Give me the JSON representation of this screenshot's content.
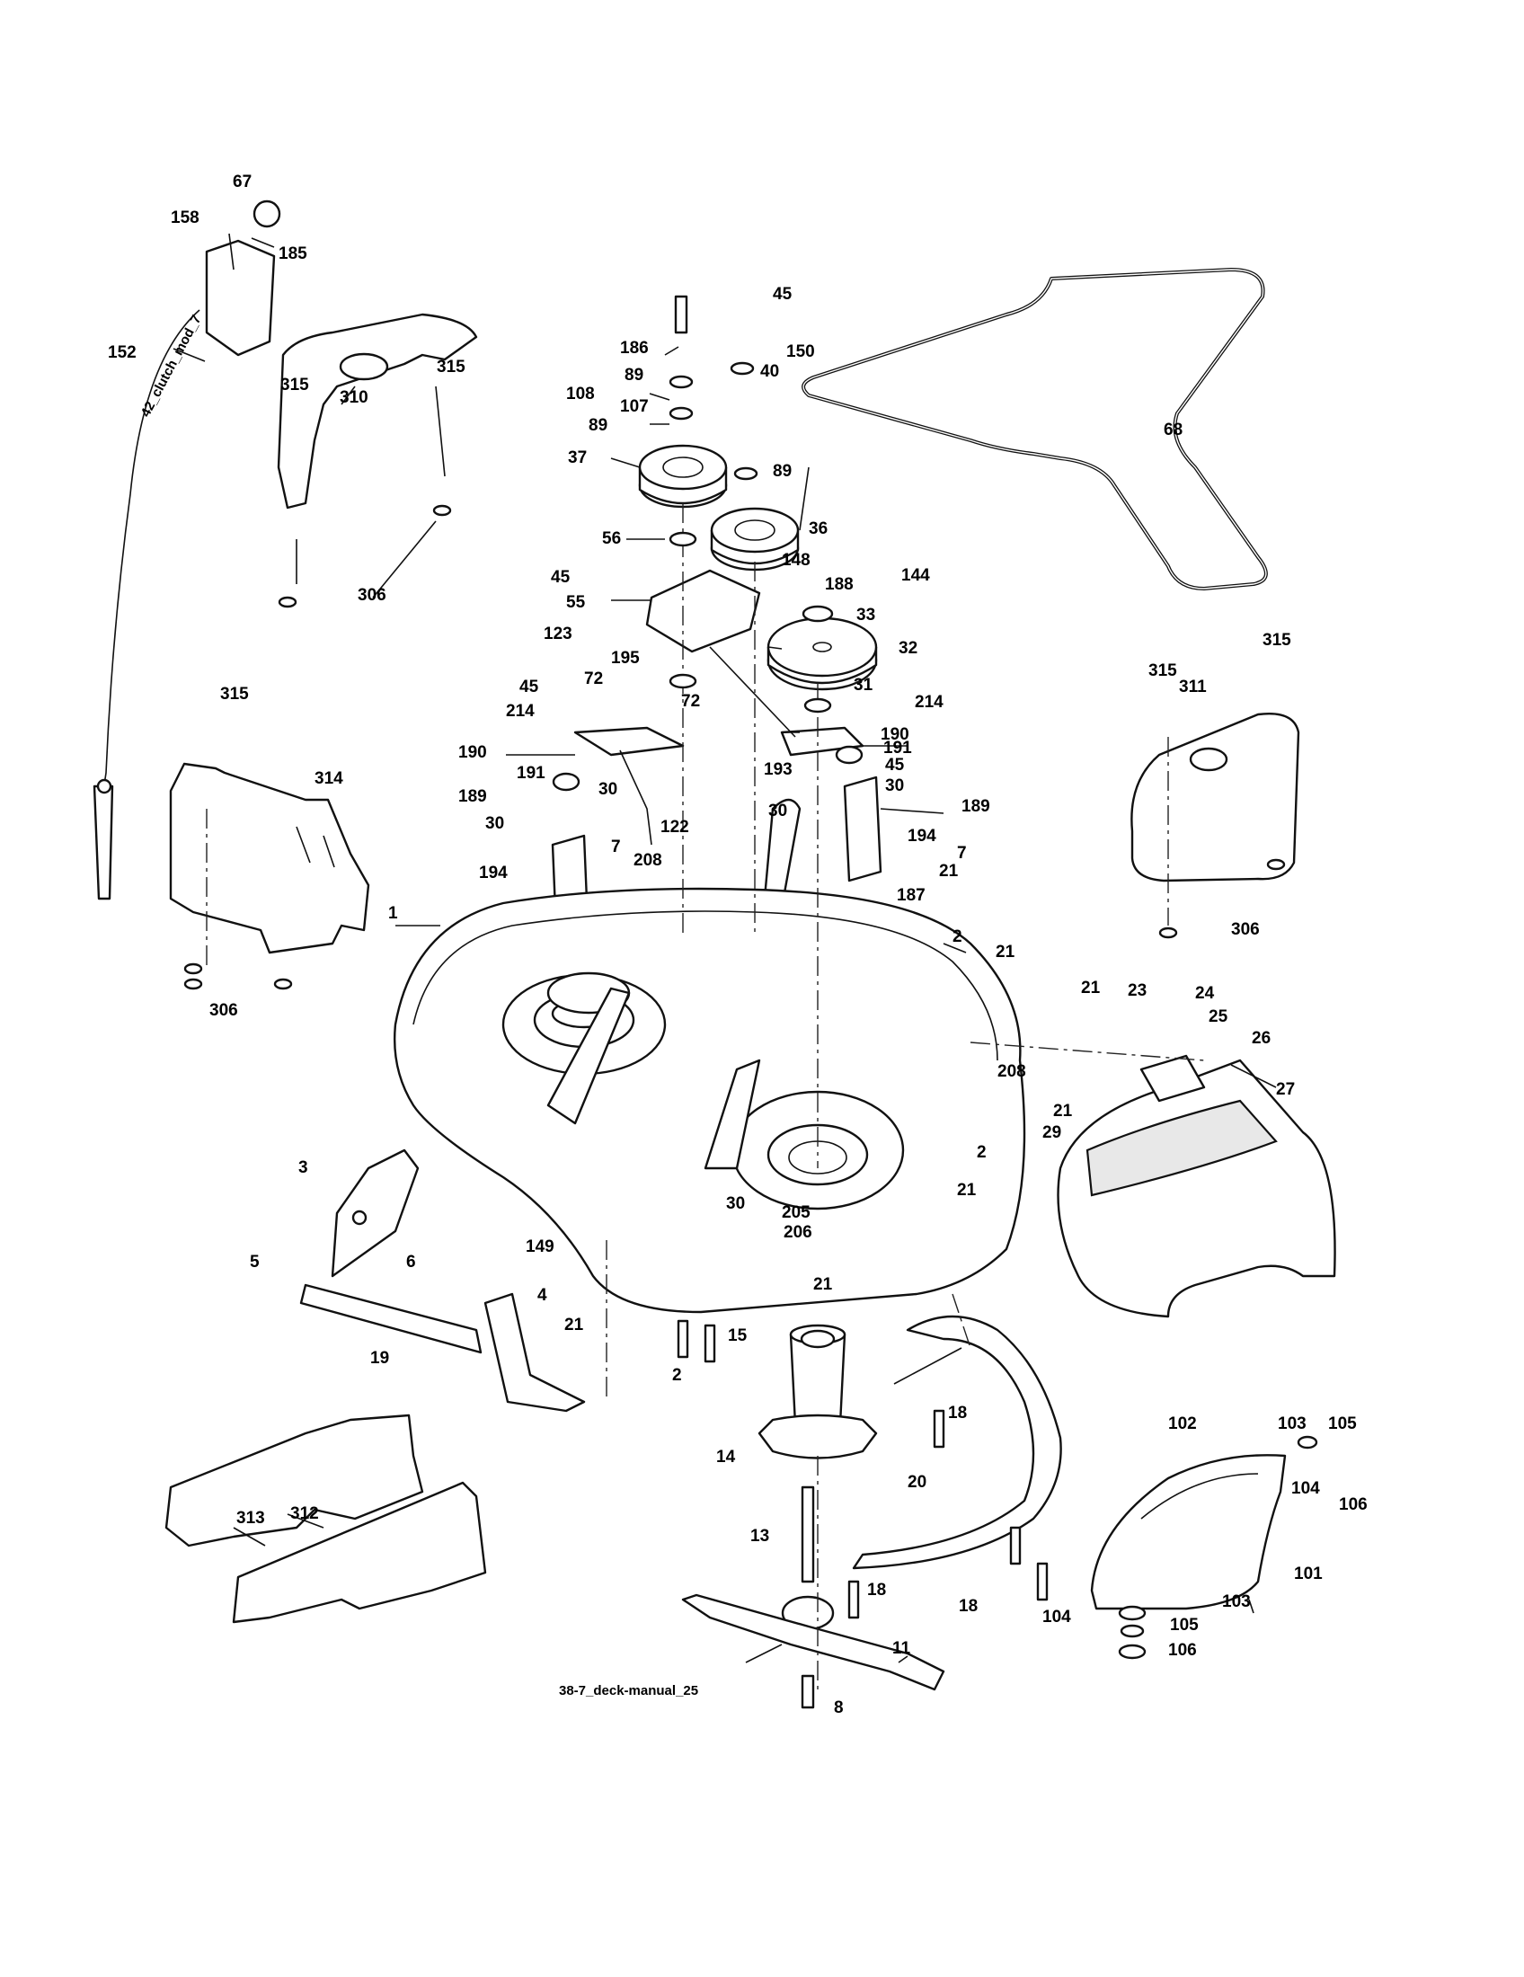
{
  "caption": "38-7_deck-manual_25",
  "cable_text": "42_clutch_mod_7",
  "callouts": [
    "67",
    "158",
    "185",
    "152",
    "315",
    "310",
    "315",
    "306",
    "186",
    "45",
    "150",
    "89",
    "40",
    "108",
    "107",
    "89",
    "37",
    "89",
    "56",
    "36",
    "148",
    "45",
    "144",
    "188",
    "55",
    "33",
    "123",
    "32",
    "195",
    "72",
    "31",
    "45",
    "214",
    "214",
    "72",
    "190",
    "190",
    "191",
    "191",
    "45",
    "189",
    "30",
    "193",
    "30",
    "189",
    "30",
    "122",
    "30",
    "194",
    "194",
    "7",
    "208",
    "7",
    "21",
    "1",
    "187",
    "2",
    "21",
    "21",
    "23",
    "24",
    "25",
    "26",
    "27",
    "208",
    "21",
    "29",
    "2",
    "21",
    "30",
    "205",
    "206",
    "3",
    "149",
    "5",
    "6",
    "4",
    "21",
    "21",
    "15",
    "19",
    "2",
    "18",
    "14",
    "20",
    "102",
    "103",
    "105",
    "104",
    "106",
    "101",
    "313",
    "312",
    "13",
    "18",
    "18",
    "103",
    "104",
    "105",
    "106",
    "11",
    "8",
    "315",
    "311",
    "315",
    "306",
    "315",
    "314",
    "306",
    "68"
  ]
}
